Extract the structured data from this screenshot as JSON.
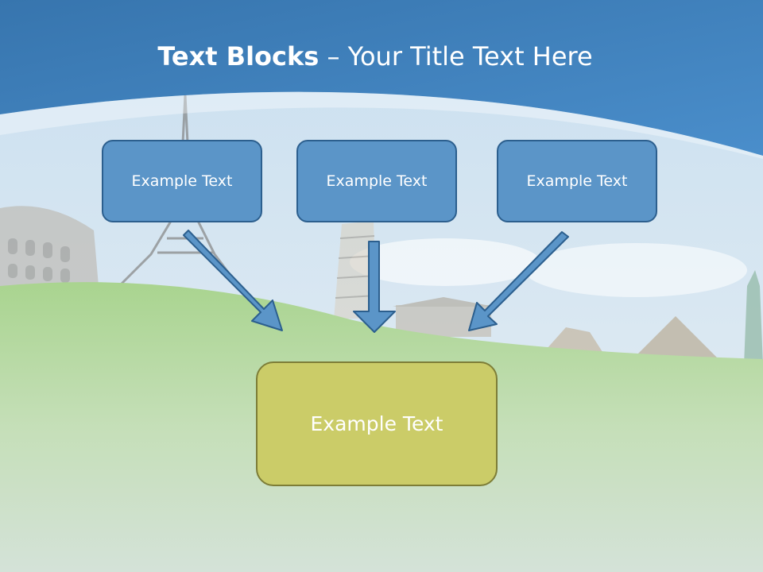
{
  "slide": {
    "title_bold": "Text Blocks",
    "title_separator": " – ",
    "title_rest": "Your Title Text Here",
    "top_boxes": [
      {
        "label": "Example Text"
      },
      {
        "label": "Example Text"
      },
      {
        "label": "Example Text"
      }
    ],
    "bottom_box": {
      "label": "Example Text"
    }
  },
  "colors": {
    "header_blue": "#3f82bf",
    "box_blue": "#5b95c8",
    "box_green": "#cbcc68",
    "grass": "#9fd08c"
  }
}
